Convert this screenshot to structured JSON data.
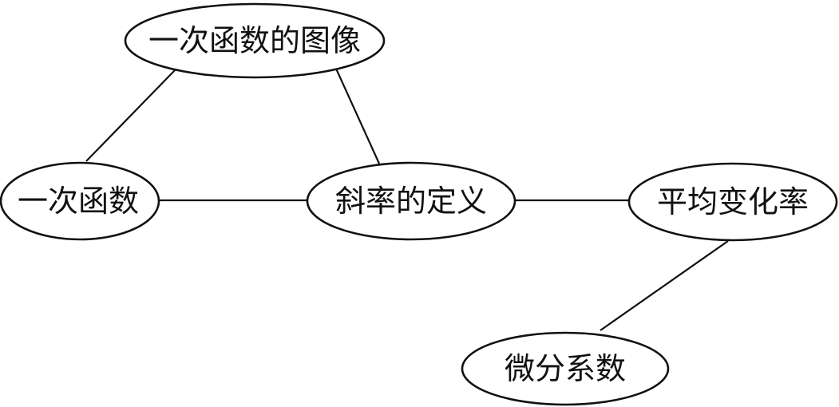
{
  "nodes": {
    "linear_function_graph": "一次函数的图像",
    "linear_function": "一次函数",
    "slope_definition": "斜率的定义",
    "average_rate_of_change": "平均变化率",
    "differential_coefficient": "微分系数"
  },
  "edges": [
    [
      "linear_function_graph",
      "linear_function"
    ],
    [
      "linear_function_graph",
      "slope_definition"
    ],
    [
      "linear_function",
      "slope_definition"
    ],
    [
      "slope_definition",
      "average_rate_of_change"
    ],
    [
      "average_rate_of_change",
      "differential_coefficient"
    ]
  ]
}
